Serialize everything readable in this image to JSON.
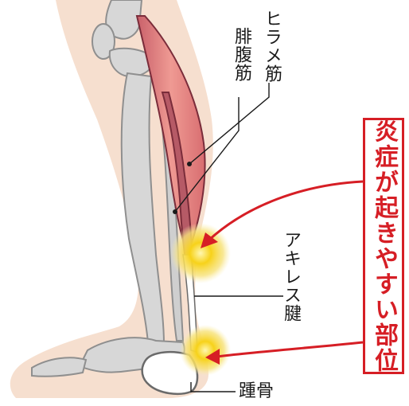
{
  "labels": {
    "soleus": "ヒラメ筋",
    "gastrocnemius": "腓腹筋",
    "achilles": "アキレス腱",
    "calcaneus": "踵骨"
  },
  "callout": {
    "text": "炎症が起きやすい部位"
  },
  "colors": {
    "skin": "#f6dfcf",
    "bone": "#d7d7d7",
    "bone_outline": "#8f8f8f",
    "muscle": "#e07b7b",
    "muscle_dark": "#b65a66",
    "tendon": "#ffffff",
    "accent_red": "#d61e25",
    "inflammation": "#f7d21a"
  }
}
